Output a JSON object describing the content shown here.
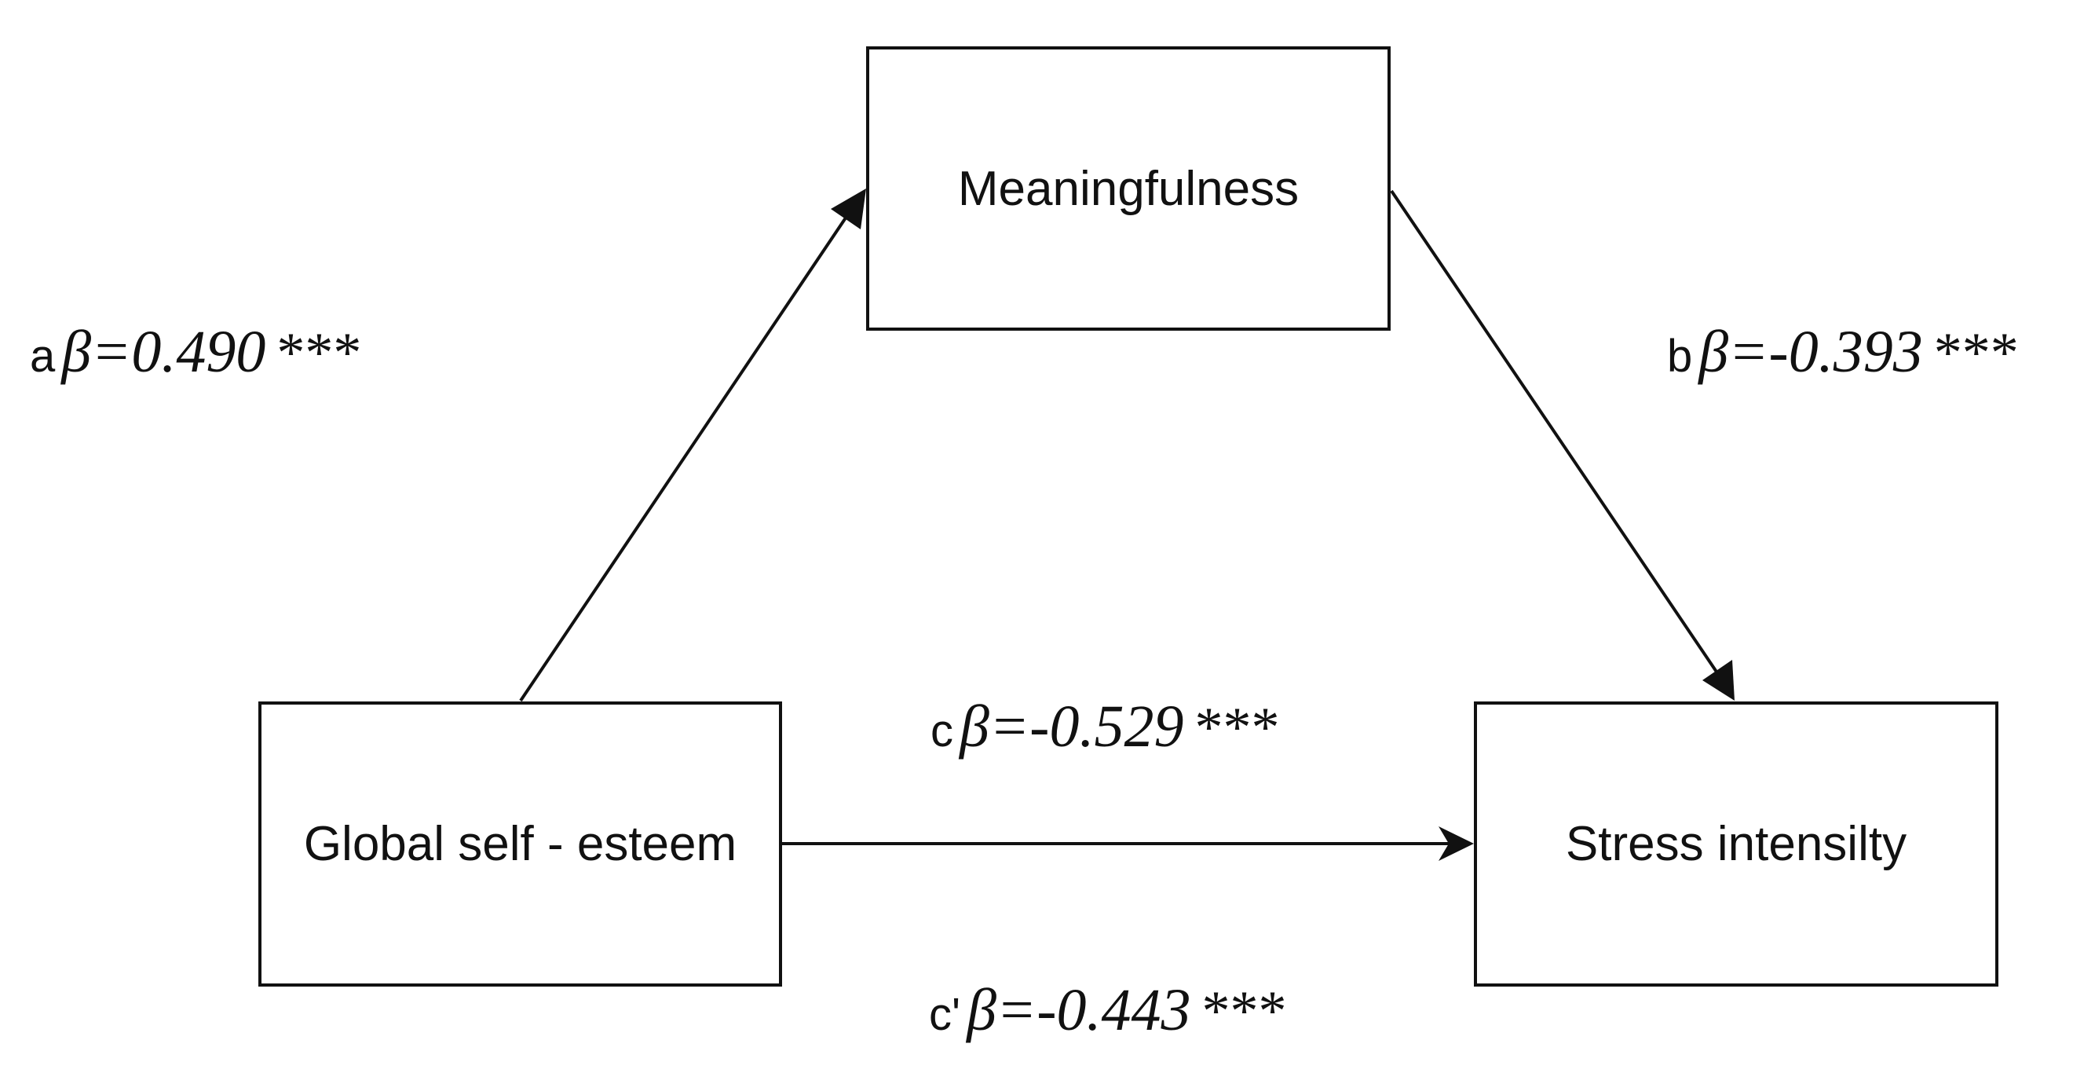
{
  "nodes": {
    "mediator": "Meaningfulness",
    "predictor": "Global self - esteem",
    "outcome": "Stress intensilty"
  },
  "paths": {
    "a": {
      "letter": "a",
      "coefficient": "β=0.490",
      "significance": "***"
    },
    "b": {
      "letter": "b",
      "coefficient": "β=-0.393",
      "significance": "***"
    },
    "c": {
      "letter": "c",
      "coefficient": "β=-0.529",
      "significance": "***"
    },
    "cprime": {
      "letter": "c'",
      "coefficient": "β=-0.443",
      "significance": "***"
    }
  },
  "colors": {
    "line": "#111111",
    "background": "#ffffff"
  }
}
